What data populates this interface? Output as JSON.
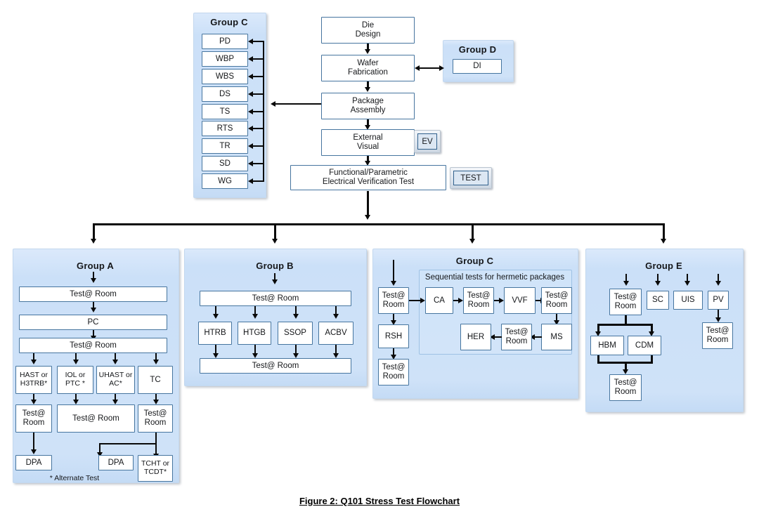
{
  "figure": {
    "caption": "Figure 2:  Q101 Stress Test Flowchart"
  },
  "top_flow": {
    "boxes": [
      {
        "id": "die-design",
        "label": "Die\nDesign"
      },
      {
        "id": "wafer-fab",
        "label": "Wafer\nFabrication"
      },
      {
        "id": "package-asm",
        "label": "Package\nAssembly"
      },
      {
        "id": "external-visual",
        "label": "External\nVisual"
      },
      {
        "id": "fpevt",
        "label": "Functional/Parametric\nElectrical Verification Test"
      }
    ],
    "badges": [
      {
        "id": "ev",
        "label": "EV"
      },
      {
        "id": "test",
        "label": "TEST"
      }
    ]
  },
  "group_c_top": {
    "title": "Group C",
    "items": [
      "PD",
      "WBP",
      "WBS",
      "DS",
      "TS",
      "RTS",
      "TR",
      "SD",
      "WG"
    ]
  },
  "group_d": {
    "title": "Group D",
    "items": [
      "DI"
    ]
  },
  "group_a": {
    "title": "Group A",
    "note": "* Alternate Test",
    "rows": {
      "test_room_1": "Test@ Room",
      "pc": "PC",
      "test_room_2": "Test@ Room",
      "stress": [
        "HAST or\nH3TRB*",
        "IOL or\nPTC *",
        "UHAST or\nAC*",
        "TC"
      ],
      "test_room_left": "Test@\nRoom",
      "test_room_mid": "Test@ Room",
      "test_room_right": "Test@\nRoom",
      "dpa_left": "DPA",
      "dpa_mid": "DPA",
      "tcht": "TCHT or\nTCDT*"
    }
  },
  "group_b": {
    "title": "Group B",
    "test_room_top": "Test@ Room",
    "tests": [
      "HTRB",
      "HTGB",
      "SSOP",
      "ACBV"
    ],
    "test_room_bottom": "Test@ Room"
  },
  "group_c_bottom": {
    "title": "Group C",
    "subpanel_label": "Sequential tests for hermetic packages",
    "left_chain": [
      "Test@\nRoom",
      "RSH",
      "Test@\nRoom"
    ],
    "seq_row_1": [
      "CA",
      "Test@\nRoom",
      "VVF",
      "Test@\nRoom"
    ],
    "seq_row_2": [
      "HER",
      "Test@\nRoom",
      "MS"
    ]
  },
  "group_e": {
    "title": "Group E",
    "top_row": [
      "Test@\nRoom",
      "SC",
      "UIS",
      "PV"
    ],
    "esd": [
      "HBM",
      "CDM"
    ],
    "test_room_bottom": "Test@\nRoom",
    "test_room_pv": "Test@\nRoom"
  },
  "colors": {
    "panel_fill": "#cfe2f8",
    "box_border": "#46759f",
    "box_fill": "#eaf2fb",
    "connector": "#0a0a0a"
  }
}
